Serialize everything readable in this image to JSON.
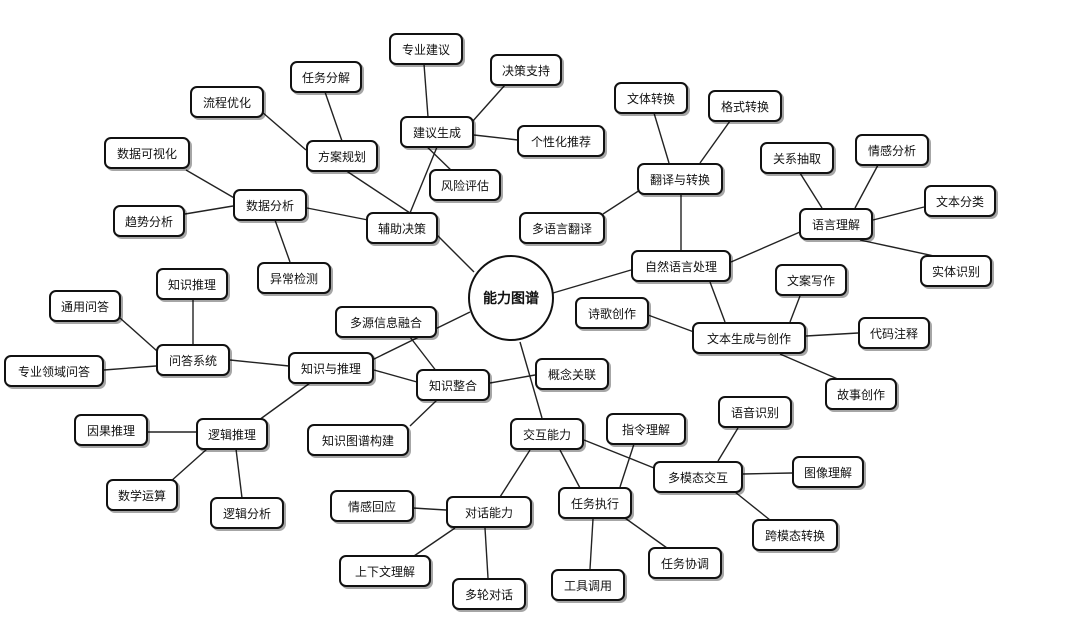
{
  "diagram": {
    "center": "能力图谱",
    "nodes": {
      "auxiliary_decision": "辅助决策",
      "plan": "方案规划",
      "suggestion": "建议生成",
      "data_analysis": "数据分析",
      "task_decompose": "任务分解",
      "process_opt": "流程优化",
      "expert_advice": "专业建议",
      "decision_support": "决策支持",
      "personal_rec": "个性化推荐",
      "risk_assess": "风险评估",
      "data_vis": "数据可视化",
      "trend_analysis": "趋势分析",
      "anomaly": "异常检测",
      "nlp": "自然语言处理",
      "translation": "翻译与转换",
      "style_transfer": "文体转换",
      "format_transfer": "格式转换",
      "multilang": "多语言翻译",
      "lang_understand": "语言理解",
      "relation_extract": "关系抽取",
      "sentiment": "情感分析",
      "text_classify": "文本分类",
      "entity": "实体识别",
      "text_gen": "文本生成与创作",
      "copywriting": "文案写作",
      "poetry": "诗歌创作",
      "code_comment": "代码注释",
      "story": "故事创作",
      "knowledge_reason": "知识与推理",
      "qa": "问答系统",
      "knowledge_infer": "知识推理",
      "general_qa": "通用问答",
      "domain_qa": "专业领域问答",
      "logic_reason": "逻辑推理",
      "causal": "因果推理",
      "math": "数学运算",
      "logic_analysis": "逻辑分析",
      "knowledge_integrate": "知识整合",
      "multi_source": "多源信息融合",
      "kg_build": "知识图谱构建",
      "concept_link": "概念关联",
      "interaction": "交互能力",
      "dialogue": "对话能力",
      "emotion_resp": "情感回应",
      "context": "上下文理解",
      "multi_turn": "多轮对话",
      "task_exec": "任务执行",
      "instruction": "指令理解",
      "tool_use": "工具调用",
      "task_coord": "任务协调",
      "multimodal": "多模态交互",
      "speech": "语音识别",
      "image": "图像理解",
      "cross_modal": "跨模态转换"
    }
  }
}
